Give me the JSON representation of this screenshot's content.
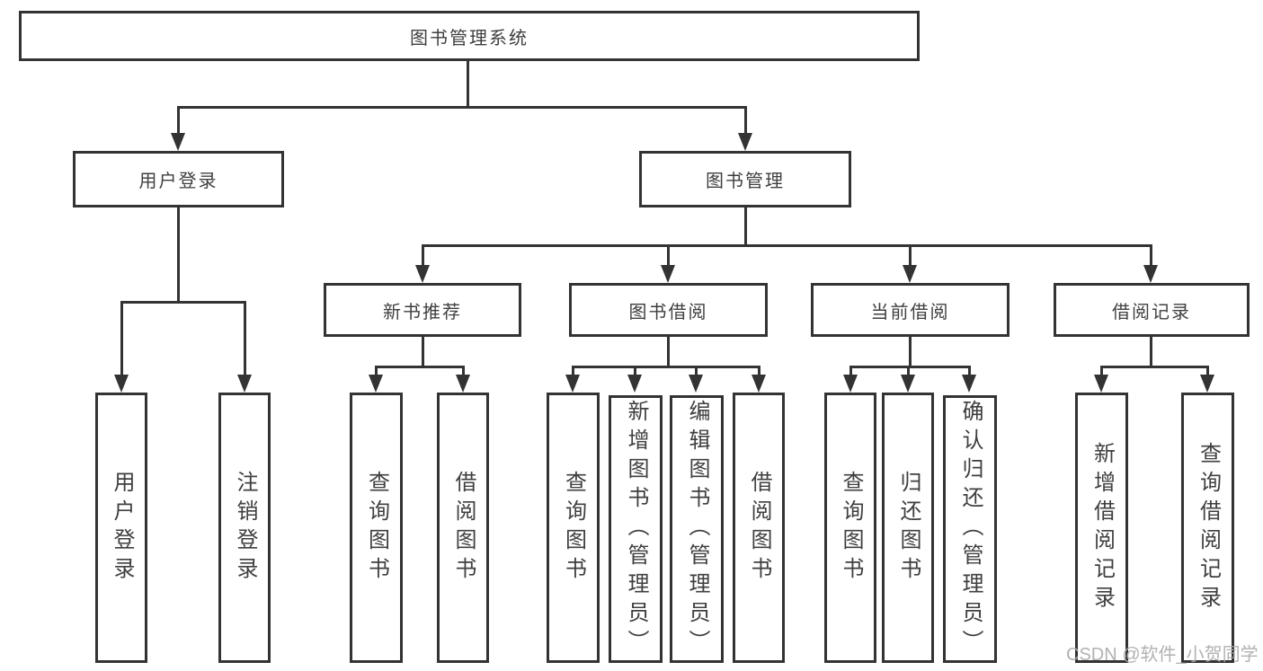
{
  "watermark": "CSDN @软件_小贺同学",
  "colors": {
    "line": "#333333",
    "text": "#3f3f3f",
    "background": "#ffffff",
    "watermark": "#ababab"
  },
  "tree": {
    "label": "图书管理系统",
    "children": [
      {
        "label": "用户登录",
        "children": [
          {
            "label": "用户登录"
          },
          {
            "label": "注销登录"
          }
        ]
      },
      {
        "label": "图书管理",
        "children": [
          {
            "label": "新书推荐",
            "children": [
              {
                "label": "查询图书"
              },
              {
                "label": "借阅图书"
              }
            ]
          },
          {
            "label": "图书借阅",
            "children": [
              {
                "label": "查询图书"
              },
              {
                "label": "新增图书（管理员）"
              },
              {
                "label": "编辑图书（管理员）"
              },
              {
                "label": "借阅图书"
              }
            ]
          },
          {
            "label": "当前借阅",
            "children": [
              {
                "label": "查询图书"
              },
              {
                "label": "归还图书"
              },
              {
                "label": "确认归还（管理员）"
              }
            ]
          },
          {
            "label": "借阅记录",
            "children": [
              {
                "label": "新增借阅记录"
              },
              {
                "label": "查询借阅记录"
              }
            ]
          }
        ]
      }
    ]
  }
}
